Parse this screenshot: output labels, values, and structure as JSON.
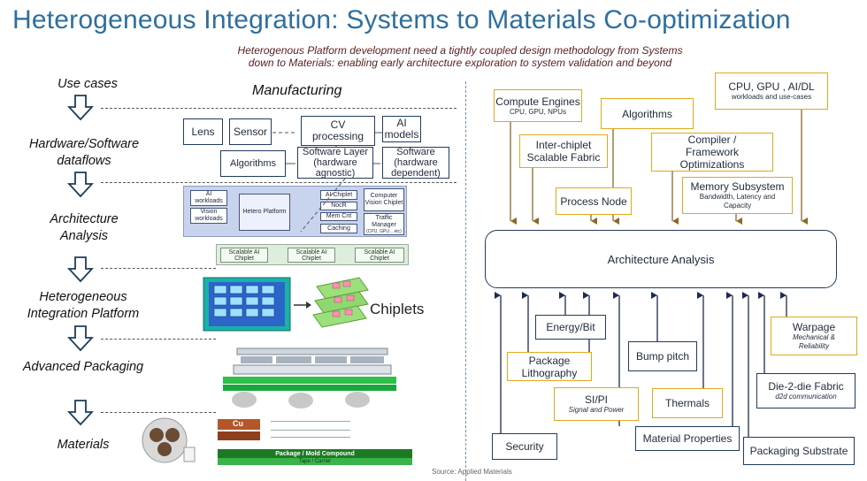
{
  "title": "Heterogeneous Integration: Systems to Materials Co-optimization",
  "subtitle_line1": "Heterogenous Platform development need a tightly coupled design methodology from Systems",
  "subtitle_line2": "down to Materials: enabling early architecture exploration to system validation and beyond",
  "left": {
    "manufacturing_label": "Manufacturing",
    "steps": [
      {
        "line1": "Use cases",
        "line2": ""
      },
      {
        "line1": "Hardware/Software",
        "line2": "dataflows"
      },
      {
        "line1": "Architecture",
        "line2": "Analysis"
      },
      {
        "line1": "Heterogeneous",
        "line2": "Integration Platform"
      },
      {
        "line1": "Advanced Packaging",
        "line2": ""
      },
      {
        "line1": "Materials",
        "line2": ""
      }
    ],
    "usecase_row": {
      "lens": "Lens",
      "sensor": "Sensor",
      "cv_processing": "CV processing",
      "ai_models": "AI models"
    },
    "dataflow_row": {
      "algorithms": "Algorithms",
      "software_agnostic": "Software Layer (hardware agnostic)",
      "software_dependent": "Software (hardware dependent)"
    },
    "arch_panel": {
      "ai_workloads": "AI workloads",
      "vision_workloads": "Vision workloads",
      "hetero_platform": "Hetero Platform",
      "ai_chiplet": "AI Chiplet",
      "noc": "NocR",
      "mem_ctrl": "Mem Cnt",
      "caching": "Caching",
      "cv_chiplet": "Computer Vision Chiplet",
      "traffic_manager": "Traffic Manager",
      "traffic_sub": "(CPU, GPU... etc)",
      "scalable_1": "Scalable AI Chiplet",
      "scalable_2": "Scalable AI Chiplet",
      "scalable_3": "Scalable AI Chiplet"
    },
    "chiplets_label": "Chiplets",
    "packaging_labels": [
      "Package / Mold Compound",
      "Tape / Carrier"
    ],
    "package_cu_label": "Cu"
  },
  "right": {
    "architecture_analysis": "Architecture Analysis",
    "top_boxes": [
      {
        "label": "Compute Engines",
        "sub": "CPU, GPU, NPUs"
      },
      {
        "label": "Algorithms",
        "sub": ""
      },
      {
        "label": "CPU, GPU , AI/DL",
        "sub": "workloads and use-cases"
      },
      {
        "label": "Inter-chiplet Scalable Fabric",
        "sub": ""
      },
      {
        "label": "Compiler / Framework Optimizations",
        "sub": ""
      },
      {
        "label": "Process Node",
        "sub": ""
      },
      {
        "label": "Memory Subsystem",
        "sub": "Bandwidth,  Latency and Capacity"
      }
    ],
    "bottom_boxes": [
      {
        "label": "Energy/Bit",
        "sub": ""
      },
      {
        "label": "Package Lithography",
        "sub": ""
      },
      {
        "label": "Bump pitch",
        "sub": ""
      },
      {
        "label": "SI/PI",
        "sub": "Signal and Power"
      },
      {
        "label": "Thermals",
        "sub": ""
      },
      {
        "label": "Warpage",
        "sub": "Mechanical & Reliability"
      },
      {
        "label": "Die-2-die Fabric",
        "sub": "d2d communication"
      },
      {
        "label": "Security",
        "sub": ""
      },
      {
        "label": "Material Properties",
        "sub": ""
      },
      {
        "label": "Packaging Substrate",
        "sub": ""
      }
    ]
  },
  "source": "Source: Applied Materials",
  "colors": {
    "title": "#2e6f9e",
    "navy_border": "#203c5c",
    "gold_border": "#e0a91c",
    "down_arrow_to_analysis": "#8a6a2a",
    "up_arrow_from_below": "#1e2a52"
  }
}
